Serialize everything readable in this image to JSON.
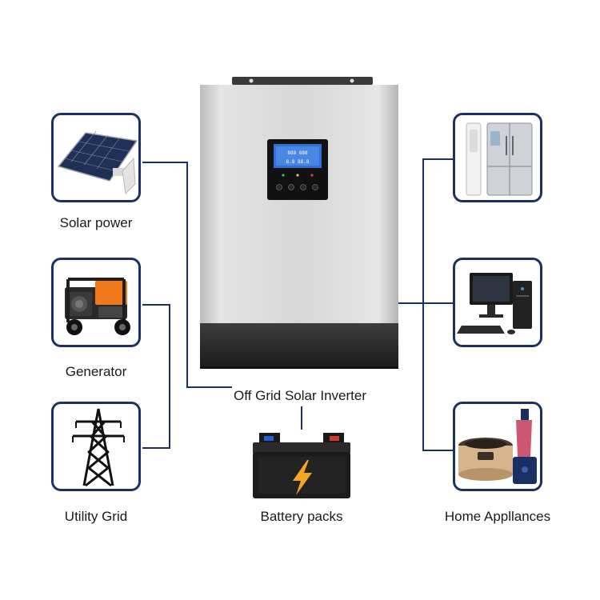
{
  "center": {
    "label": "Off Grid Solar Inverter"
  },
  "sources": [
    {
      "id": "solar",
      "label": "Solar power",
      "icon": "solar-panel-icon"
    },
    {
      "id": "generator",
      "label": "Generator",
      "icon": "generator-icon"
    },
    {
      "id": "grid",
      "label": "Utility Grid",
      "icon": "power-tower-icon"
    }
  ],
  "storage": {
    "label": "Battery packs",
    "icon": "car-battery-icon"
  },
  "loads": {
    "label": "Home Appllances",
    "items": [
      {
        "id": "fridge-ac",
        "icon": "refrigerator-icon"
      },
      {
        "id": "computer",
        "icon": "desktop-computer-icon"
      },
      {
        "id": "kitchen",
        "icon": "rice-cooker-icon"
      }
    ]
  },
  "colors": {
    "line": "#1e2f63",
    "box_border": "#1e2f63",
    "bolt": "#f5a623"
  }
}
